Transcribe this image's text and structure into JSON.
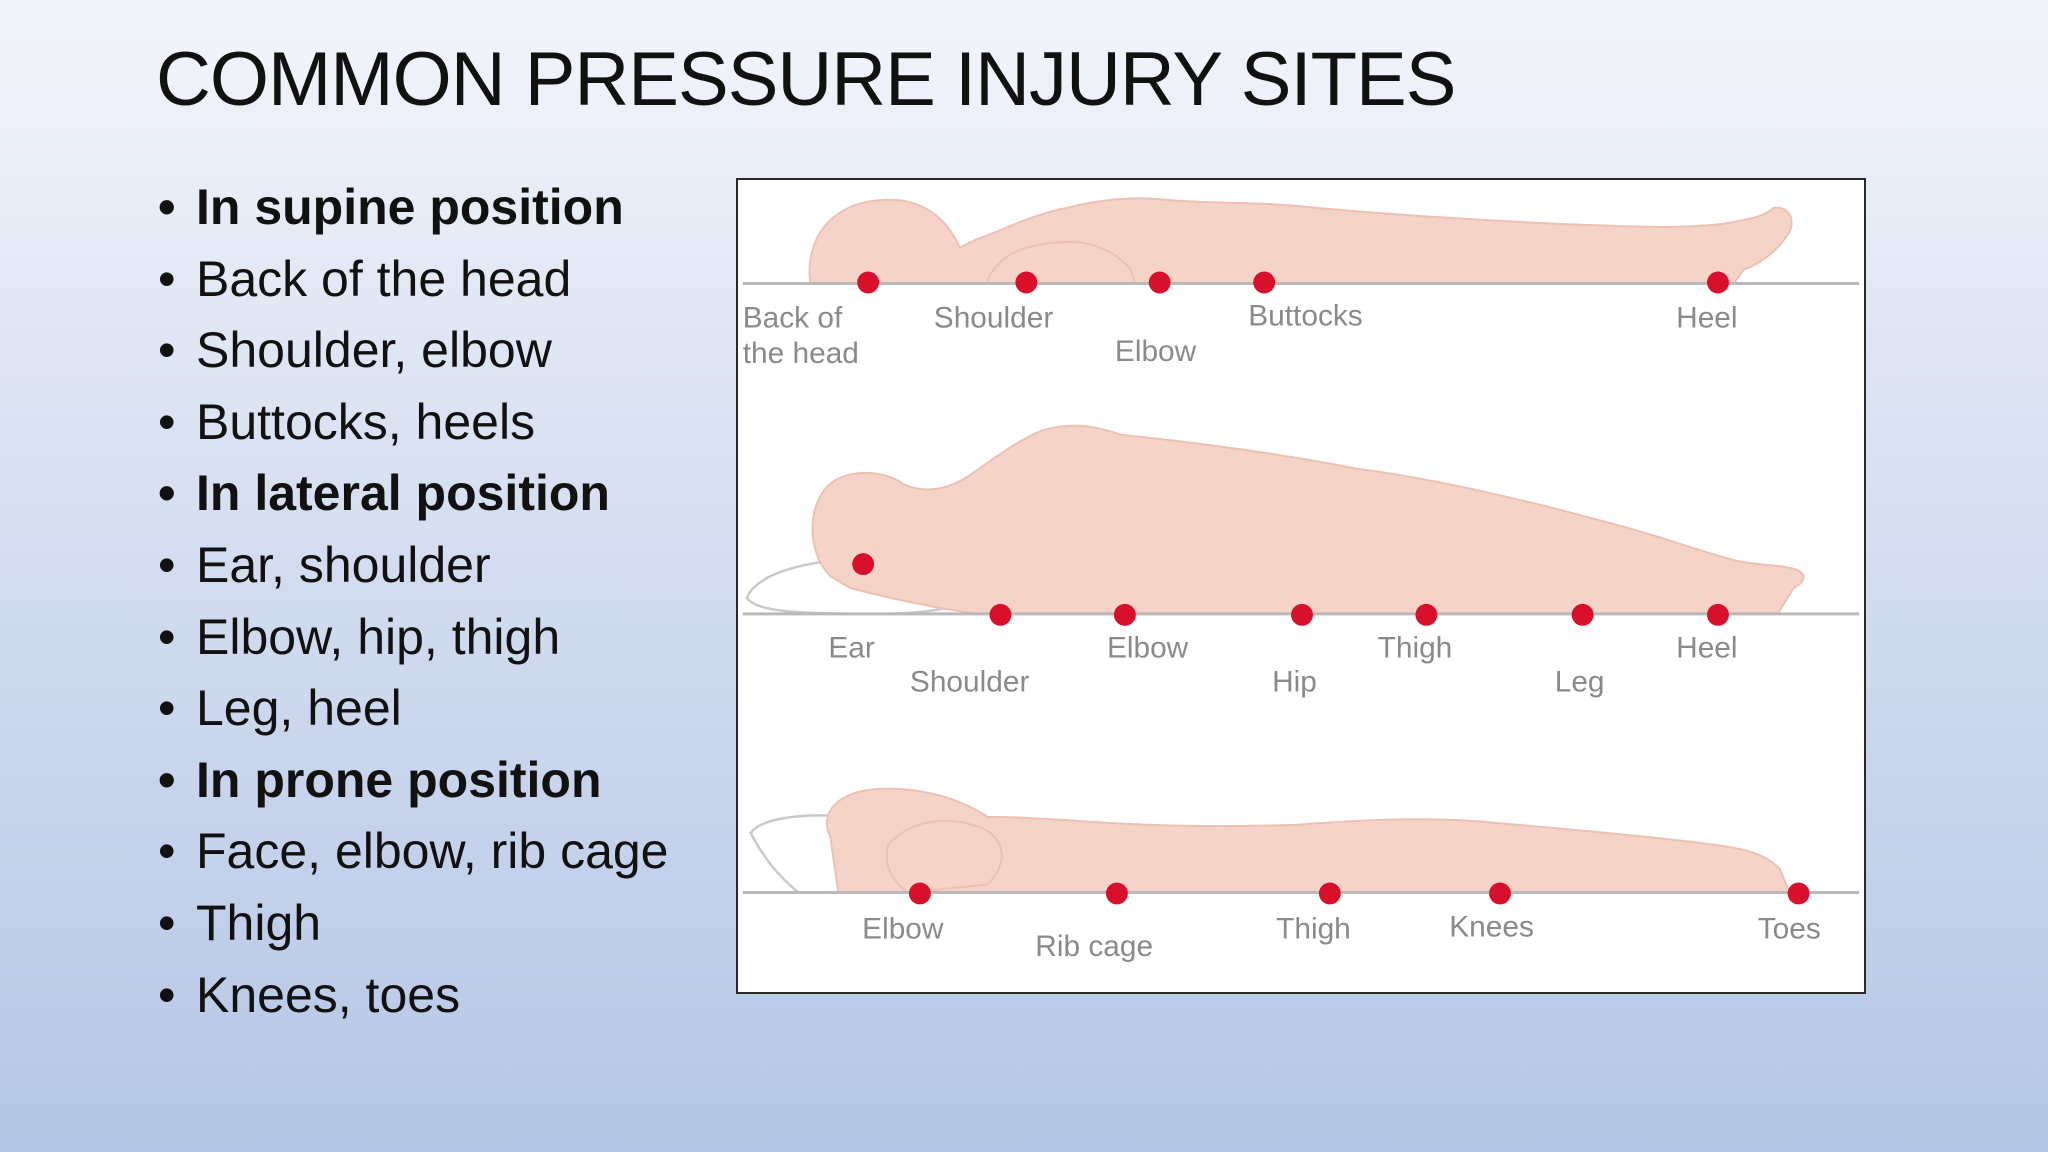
{
  "title": "COMMON PRESSURE INJURY SITES",
  "bullets": [
    {
      "text": "In supine position",
      "bold": true
    },
    {
      "text": "Back of the head",
      "bold": false
    },
    {
      "text": "Shoulder, elbow",
      "bold": false
    },
    {
      "text": "Buttocks, heels",
      "bold": false
    },
    {
      "text": "In lateral position",
      "bold": true
    },
    {
      "text": "Ear, shoulder",
      "bold": false
    },
    {
      "text": "Elbow, hip, thigh",
      "bold": false
    },
    {
      "text": "Leg, heel",
      "bold": false
    },
    {
      "text": "In prone position",
      "bold": true
    },
    {
      "text": "Face, elbow, rib cage",
      "bold": false
    },
    {
      "text": "Thigh",
      "bold": false
    },
    {
      "text": "Knees, toes",
      "bold": false
    }
  ],
  "bullet_glyph": "•",
  "figure": {
    "supine": {
      "back_of_head_line1": "Back of",
      "back_of_head_line2": "the head",
      "shoulder": "Shoulder",
      "elbow": "Elbow",
      "buttocks": "Buttocks",
      "heel": "Heel"
    },
    "lateral": {
      "ear": "Ear",
      "shoulder": "Shoulder",
      "elbow": "Elbow",
      "hip": "Hip",
      "thigh": "Thigh",
      "leg": "Leg",
      "heel": "Heel"
    },
    "prone": {
      "elbow": "Elbow",
      "rib_cage": "Rib cage",
      "thigh": "Thigh",
      "knees": "Knees",
      "toes": "Toes"
    }
  },
  "colors": {
    "pressure_site": "#d8102c",
    "body": "#f6d3c8",
    "label": "#8a8a8a"
  }
}
